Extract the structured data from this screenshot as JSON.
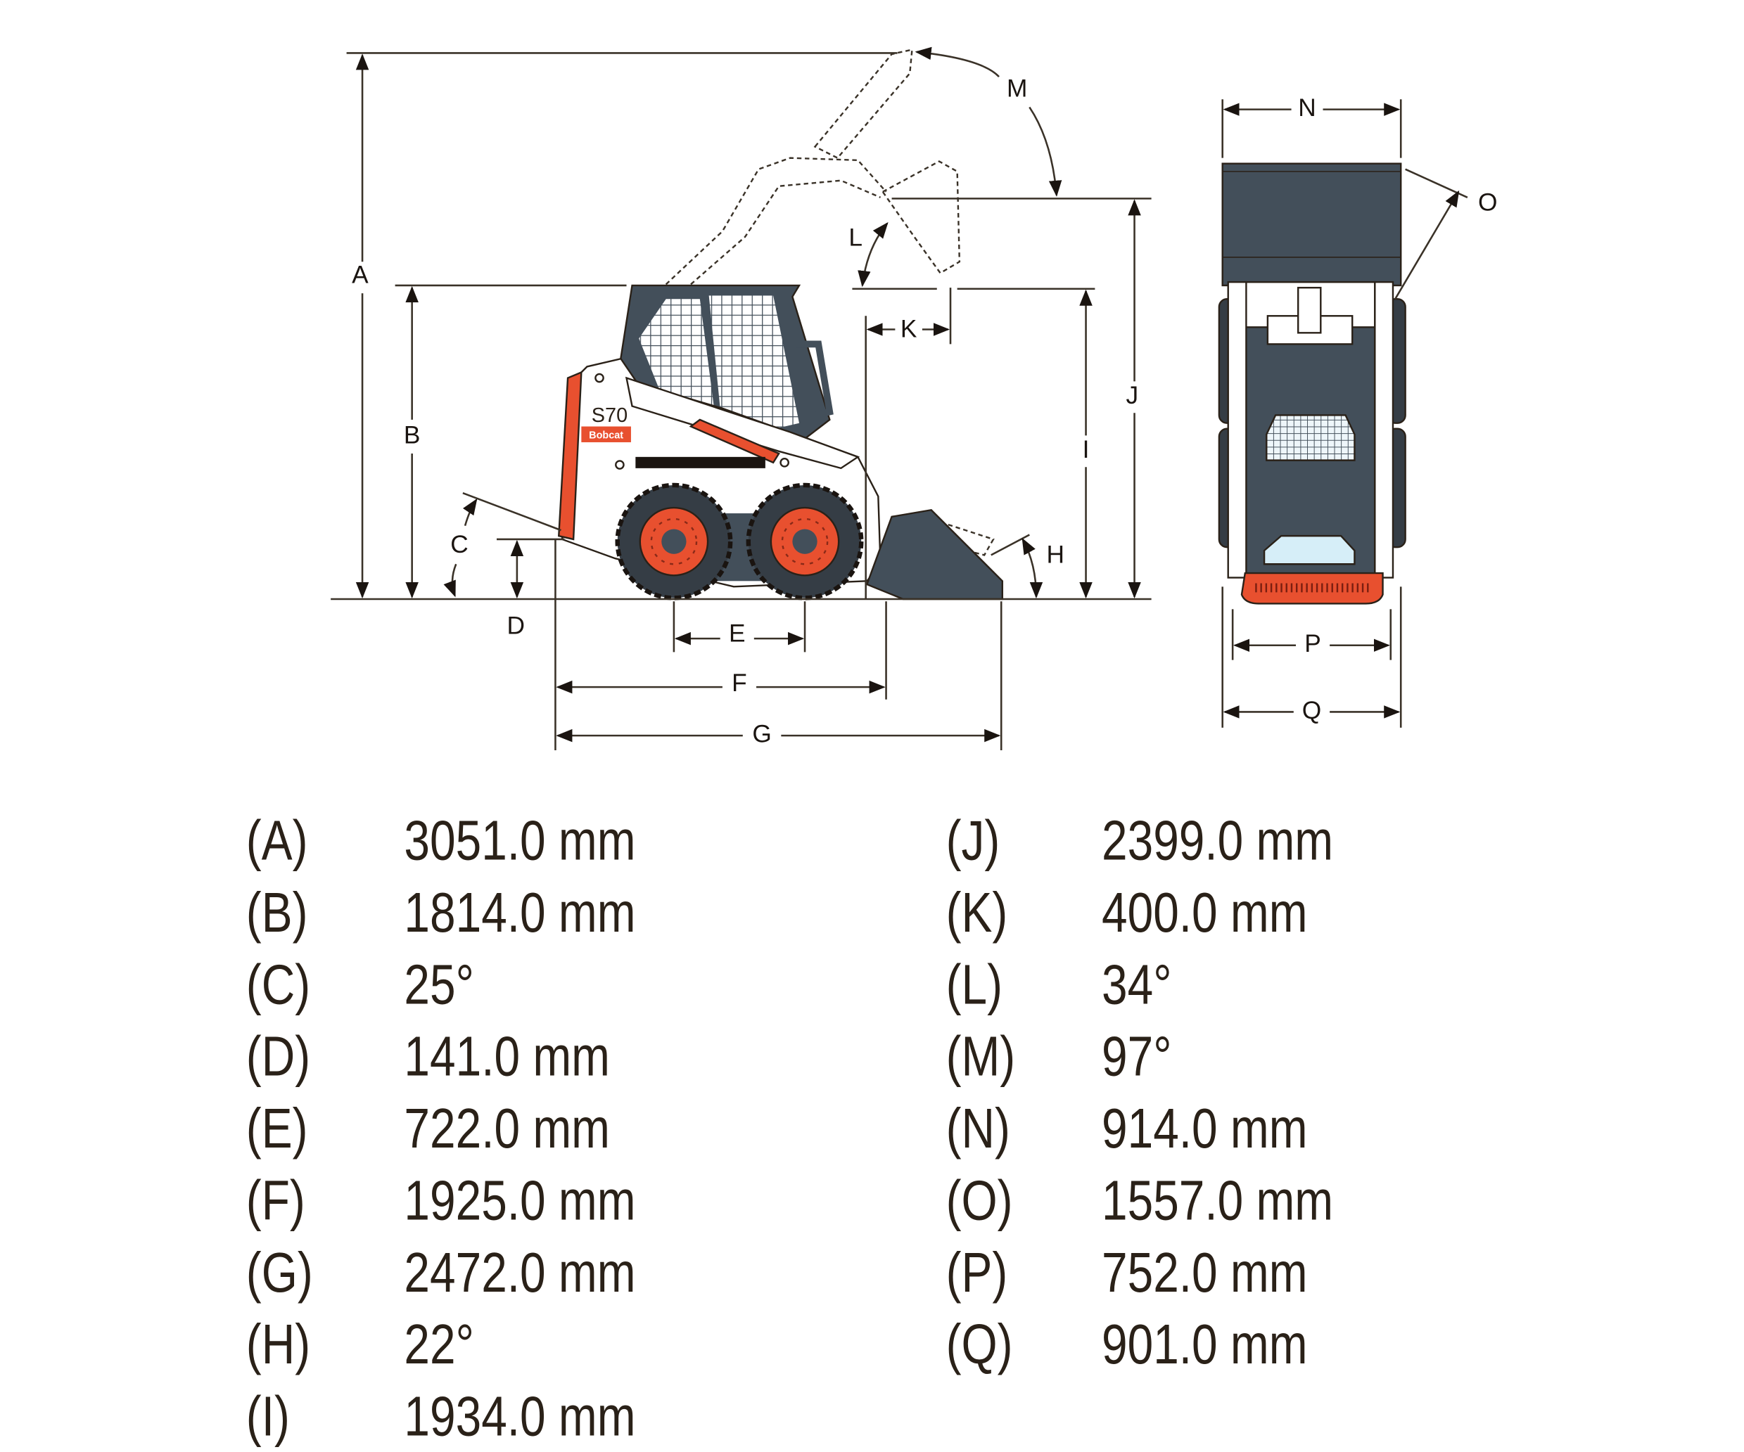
{
  "diagram": {
    "model_label": "S70",
    "brand_badge": "Bobcat",
    "dimension_letters": [
      "A",
      "B",
      "C",
      "D",
      "E",
      "F",
      "G",
      "H",
      "I",
      "J",
      "K",
      "L",
      "M",
      "N",
      "O",
      "P",
      "Q"
    ],
    "colors": {
      "body_dark": "#434f5a",
      "accent_orange": "#e8502f",
      "line": "#3a3228",
      "window_glass": "#d6eef8"
    }
  },
  "specs": {
    "left": [
      {
        "key": "(A)",
        "value": "3051.0 mm"
      },
      {
        "key": "(B)",
        "value": "1814.0 mm"
      },
      {
        "key": "(C)",
        "value": "25°"
      },
      {
        "key": "(D)",
        "value": "141.0 mm"
      },
      {
        "key": "(E)",
        "value": "722.0 mm"
      },
      {
        "key": "(F)",
        "value": "1925.0 mm"
      },
      {
        "key": "(G)",
        "value": "2472.0 mm"
      },
      {
        "key": "(H)",
        "value": "22°"
      },
      {
        "key": "(I)",
        "value": "1934.0 mm"
      }
    ],
    "right": [
      {
        "key": "(J)",
        "value": "2399.0 mm"
      },
      {
        "key": "(K)",
        "value": "400.0 mm"
      },
      {
        "key": "(L)",
        "value": "34°"
      },
      {
        "key": "(M)",
        "value": "97°"
      },
      {
        "key": "(N)",
        "value": "914.0 mm"
      },
      {
        "key": "(O)",
        "value": "1557.0 mm"
      },
      {
        "key": "(P)",
        "value": "752.0 mm"
      },
      {
        "key": "(Q)",
        "value": "901.0 mm"
      }
    ]
  }
}
